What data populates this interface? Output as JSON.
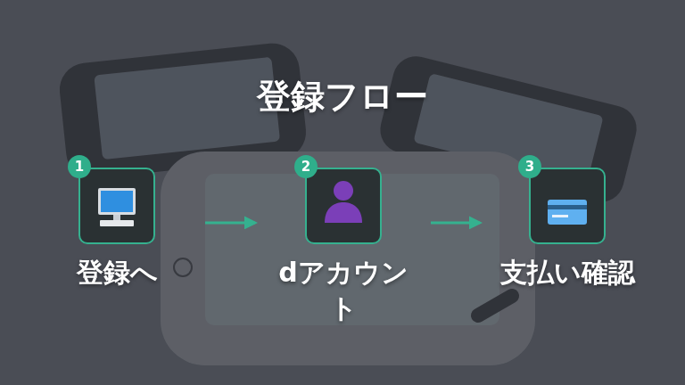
{
  "diagram": {
    "title": "登録フロー",
    "nodes": [
      {
        "text": [
          "1",
          "登録へ"
        ]
      },
      {
        "text": [
          "2",
          "dアカウント"
        ]
      },
      {
        "text": [
          "3",
          "支払い確認"
        ]
      }
    ],
    "edges": [
      {
        "from": 0,
        "to": 1,
        "arrow": "to"
      },
      {
        "from": 1,
        "to": 2,
        "arrow": "to"
      }
    ]
  }
}
